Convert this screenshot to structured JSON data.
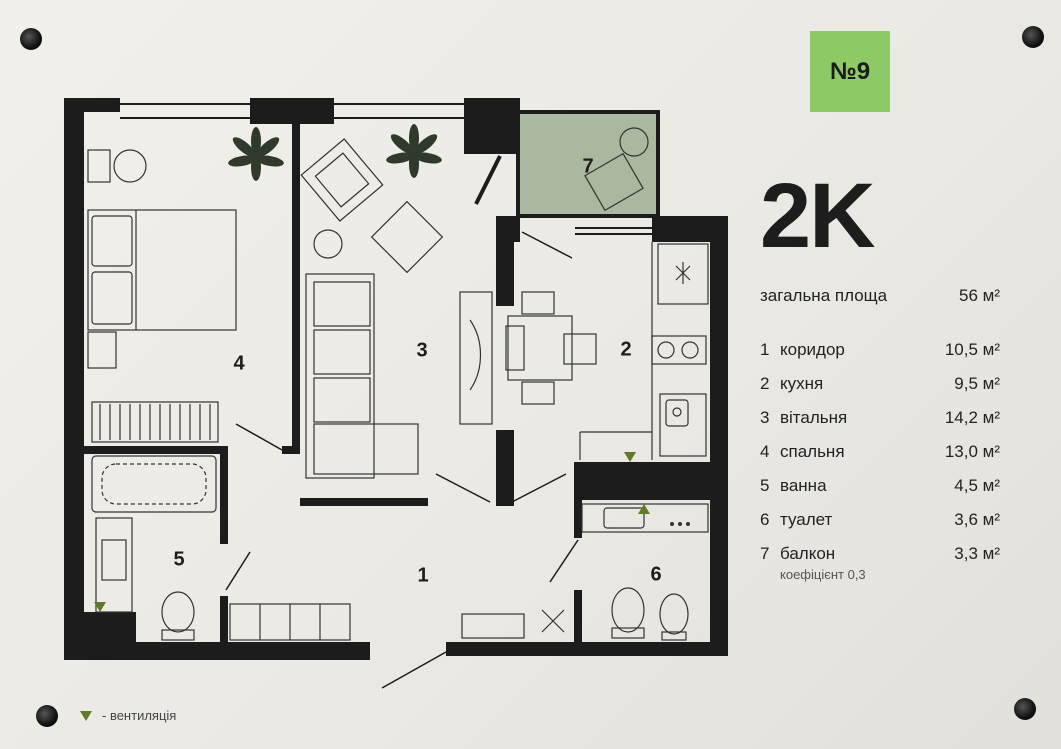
{
  "badge": {
    "label": "№9"
  },
  "title": "2K",
  "total_area": {
    "label": "загальна площа",
    "value": "56 м²"
  },
  "rooms": [
    {
      "num": "1",
      "name": "коридор",
      "area": "10,5 м²"
    },
    {
      "num": "2",
      "name": "кухня",
      "area": "9,5 м²"
    },
    {
      "num": "3",
      "name": "вітальня",
      "area": "14,2 м²"
    },
    {
      "num": "4",
      "name": "спальня",
      "area": "13,0 м²"
    },
    {
      "num": "5",
      "name": "ванна",
      "area": "4,5 м²"
    },
    {
      "num": "6",
      "name": "туалет",
      "area": "3,6 м²"
    },
    {
      "num": "7",
      "name": "балкон",
      "area": "3,3 м²"
    }
  ],
  "balcony_coefficient": "коефіцієнт 0,3",
  "legend": {
    "text": "- вентиляція"
  },
  "colors": {
    "accent": "#8dc965",
    "balcony_fill": "#a9b89f",
    "wall": "#1c1c1c",
    "vent": "#5f7a2a"
  }
}
